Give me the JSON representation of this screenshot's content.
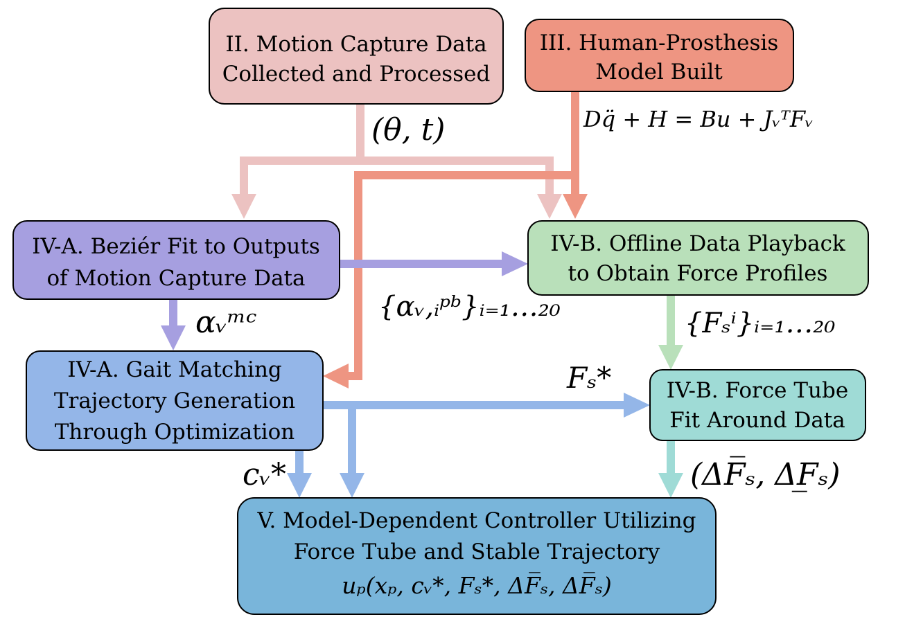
{
  "nodes": {
    "motion_capture": {
      "lines": [
        "II. Motion Capture Data",
        "Collected and Processed"
      ],
      "fill": "#ecc2c1"
    },
    "model_built": {
      "lines": [
        "III. Human-Prosthesis",
        "Model Built"
      ],
      "fill": "#ee9582"
    },
    "bezier_fit": {
      "lines": [
        "IV-A. Beziér Fit to Outputs",
        "of Motion Capture Data"
      ],
      "fill": "#a69fe0"
    },
    "playback": {
      "lines": [
        "IV-B. Offline Data Playback",
        "to Obtain Force Profiles"
      ],
      "fill": "#b9e0ba"
    },
    "gait_matching": {
      "lines": [
        "IV-A. Gait Matching",
        "Trajectory Generation",
        "Through Optimization"
      ],
      "fill": "#94b6e8"
    },
    "force_tube": {
      "lines": [
        "IV-B. Force Tube",
        "Fit Around Data"
      ],
      "fill": "#9fdbd6"
    },
    "controller": {
      "lines": [
        "V. Model-Dependent Controller Utilizing",
        "Force Tube and Stable Trajectory",
        "uₚ(xₚ, cᵥ*, Fₛ*, ΔF̅ₛ, ΔF̅ₛ)"
      ],
      "fill": "#79b5da"
    }
  },
  "edge_labels": {
    "theta_t": "(θ, t)",
    "dynamics": "Dq̈ + H = Bu + JᵥᵀFᵥ",
    "alpha_pb": "{αᵥ,ᵢᵖᵇ}ᵢ₌₁…₂₀",
    "alpha_mc": "αᵥᵐᶜ",
    "F_i": "{Fₛⁱ}ᵢ₌₁…₂₀",
    "F_star": "Fₛ*",
    "c_star": "cᵥ*",
    "delta_F": "(ΔF̅ₛ, ΔF̲ₛ)"
  },
  "edge_colors": {
    "pink": "#ecc2c1",
    "salmon": "#ee9582",
    "purple": "#a69fe0",
    "green": "#b9e0ba",
    "blue": "#94b6e8",
    "teal": "#9fdbd6"
  }
}
